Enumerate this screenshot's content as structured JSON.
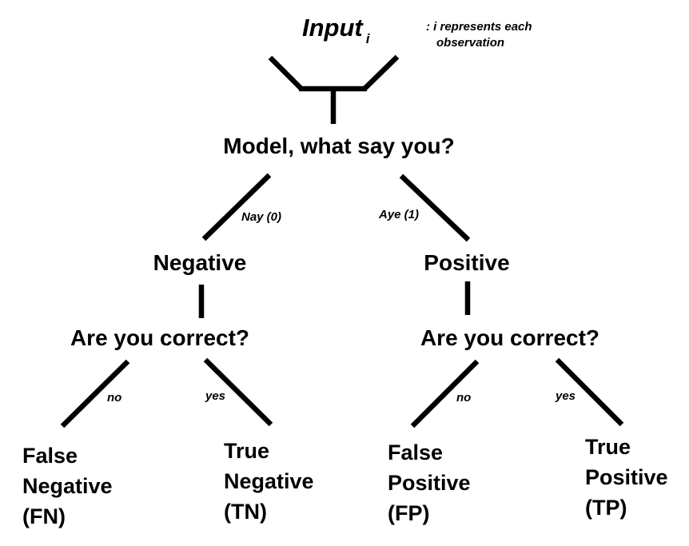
{
  "colors": {
    "background": "#ffffff",
    "ink": "#000000"
  },
  "root": {
    "title": "Input",
    "subscript": "i",
    "annotation_line1": ": i represents each",
    "annotation_line2": "observation"
  },
  "model_question": "Model, what say you?",
  "branches": {
    "nay_label": "Nay (0)",
    "aye_label": "Aye (1)"
  },
  "nodes": {
    "negative": "Negative",
    "positive": "Positive",
    "correct_question_left": "Are you correct?",
    "correct_question_right": "Are you correct?"
  },
  "sub_branches": {
    "no": "no",
    "yes": "yes"
  },
  "outcomes": {
    "fn": {
      "line1": "False",
      "line2": "Negative",
      "line3": "(FN)"
    },
    "tn": {
      "line1": "True",
      "line2": "Negative",
      "line3": "(TN)"
    },
    "fp": {
      "line1": "False",
      "line2": "Positive",
      "line3": "(FP)"
    },
    "tp": {
      "line1": "True",
      "line2": "Positive",
      "line3": "(TP)"
    }
  }
}
